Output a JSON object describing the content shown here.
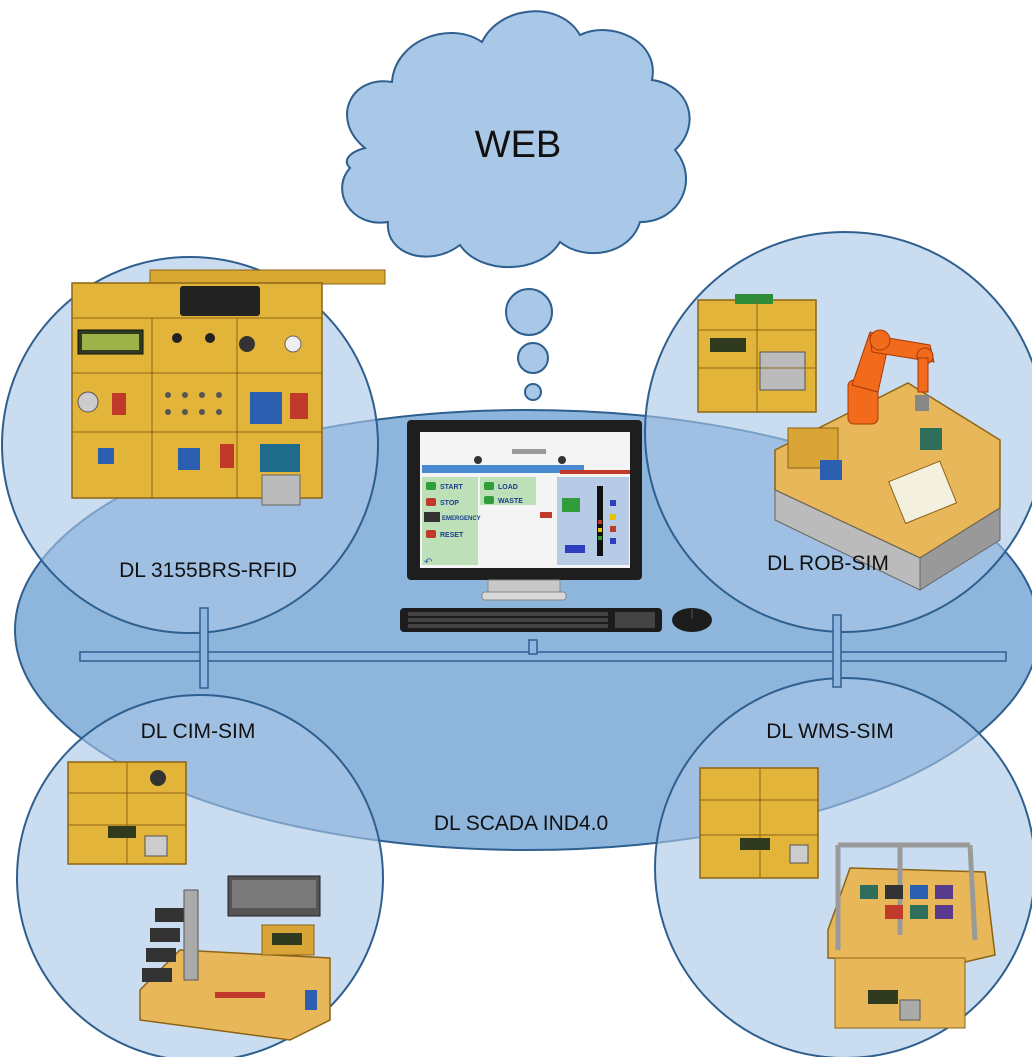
{
  "cloud": {
    "label": "WEB"
  },
  "network": {
    "label": "DL SCADA IND4.0"
  },
  "nodes": [
    {
      "id": "rfid",
      "label": "DL 3155BRS-RFID"
    },
    {
      "id": "rob",
      "label": "DL ROB-SIM"
    },
    {
      "id": "cim",
      "label": "DL CIM-SIM"
    },
    {
      "id": "wms",
      "label": "DL WMS-SIM"
    }
  ],
  "hmi": {
    "buttons": [
      "START",
      "STOP",
      "EMERGENCY",
      "RESET",
      "LOAD",
      "WASTE"
    ]
  },
  "colors": {
    "ellipse_fill": "#8cb4dc",
    "circle_fill": "#a9c7e6",
    "stroke": "#2e5f8f",
    "bus": "#8fb6e0",
    "board": "#e3b43a",
    "board_dark": "#c48d1d"
  }
}
